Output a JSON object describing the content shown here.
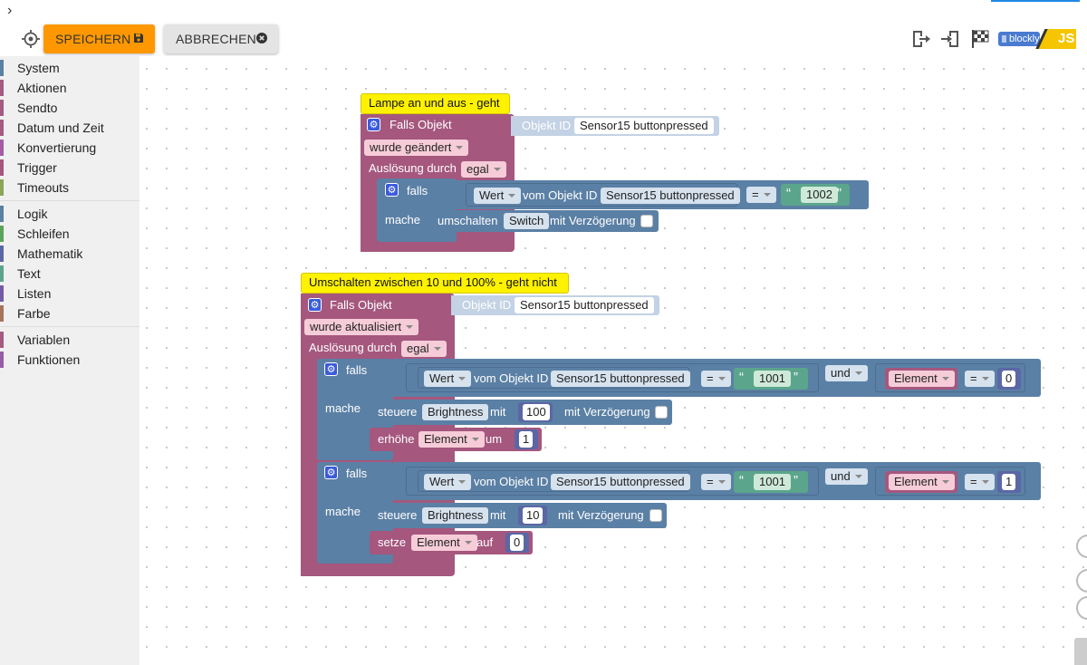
{
  "topbar": {
    "chevron": "›"
  },
  "toolbar": {
    "save_label": "SPEICHERN",
    "cancel_label": "ABBRECHEN",
    "icons": [
      "target-icon",
      "export-icon",
      "import-icon",
      "checkered-flag-icon"
    ],
    "blockly_label": "blockly",
    "js_label": "JS",
    "save_color": "#ff9800"
  },
  "sidebar": {
    "groups": [
      [
        {
          "label": "System",
          "color": "#5b80a5"
        },
        {
          "label": "Aktionen",
          "color": "#a55b80"
        },
        {
          "label": "Sendto",
          "color": "#a55b80"
        },
        {
          "label": "Datum und Zeit",
          "color": "#a55b80"
        },
        {
          "label": "Konvertierung",
          "color": "#a55ba5"
        },
        {
          "label": "Trigger",
          "color": "#a5557e"
        },
        {
          "label": "Timeouts",
          "color": "#8ca55b"
        }
      ],
      [
        {
          "label": "Logik",
          "color": "#5b80a5"
        },
        {
          "label": "Schleifen",
          "color": "#5ba55b"
        },
        {
          "label": "Mathematik",
          "color": "#5b67a5"
        },
        {
          "label": "Text",
          "color": "#5ba58c"
        },
        {
          "label": "Listen",
          "color": "#745ba5"
        },
        {
          "label": "Farbe",
          "color": "#a5745b"
        }
      ],
      [
        {
          "label": "Variablen",
          "color": "#a55b80"
        },
        {
          "label": "Funktionen",
          "color": "#995ba5"
        }
      ]
    ]
  },
  "blocks": {
    "b1": {
      "comment": "Lampe an und aus - geht",
      "trigger_label": "Falls Objekt",
      "objid_label": "Objekt ID",
      "objid_value": "Sensor15 buttonpressed",
      "mode": "wurde geändert",
      "ausloesung_label": "Auslösung durch",
      "ausloesung_value": "egal",
      "falls": "falls",
      "wert": "Wert",
      "vom_objekt_id": "vom Objekt ID",
      "wert_obj": "Sensor15 buttonpressed",
      "op": "=",
      "value": "1002",
      "mache": "mache",
      "umschalten": "umschalten",
      "switch": "Switch",
      "mit_verzoegerung": "mit Verzögerung"
    },
    "b2": {
      "comment": "Umschalten zwischen 10 und 100% - geht nicht",
      "trigger_label": "Falls Objekt",
      "objid_label": "Objekt ID",
      "objid_value": "Sensor15 buttonpressed",
      "mode": "wurde aktualisiert",
      "ausloesung_label": "Auslösung durch",
      "ausloesung_value": "egal",
      "falls": "falls",
      "mache": "mache",
      "wert": "Wert",
      "vom_objekt_id": "vom Objekt ID",
      "wert_obj": "Sensor15 buttonpressed",
      "op": "=",
      "und": "und",
      "element": "Element",
      "steuere": "steuere",
      "brightness": "Brightness",
      "mit": "mit",
      "mit_verzoegerung": "mit Verzögerung",
      "c1": {
        "value": "1001",
        "el_value": "0",
        "set_value": "100",
        "inc_label": "erhöhe",
        "um_label": "um",
        "inc_value": "1"
      },
      "c2": {
        "value": "1001",
        "el_value": "1",
        "set_value": "10",
        "set_label": "setze",
        "auf_label": "auf",
        "set_var_value": "0"
      }
    }
  }
}
